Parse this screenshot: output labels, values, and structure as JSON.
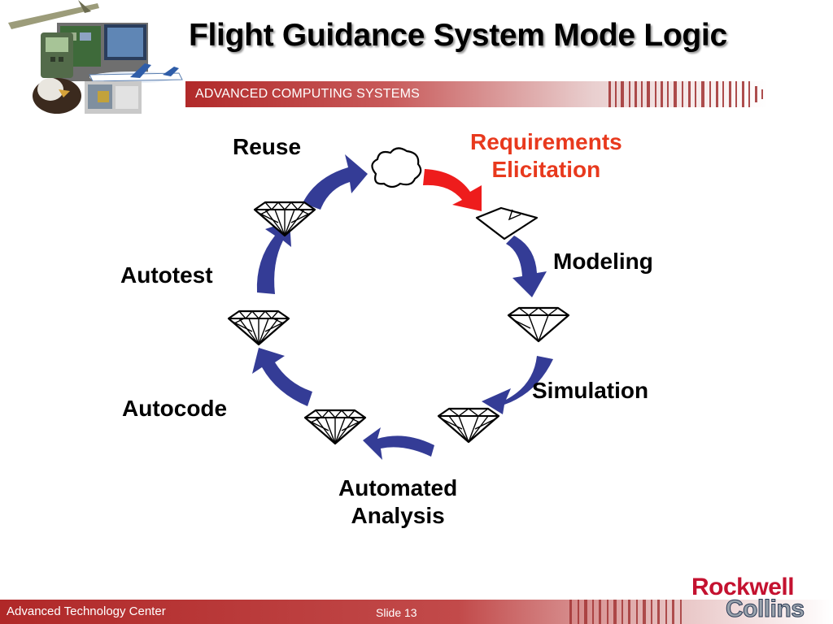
{
  "header": {
    "title": "Flight Guidance System Mode Logic",
    "banner": "ADVANCED COMPUTING SYSTEMS"
  },
  "diagram": {
    "stages": [
      {
        "id": "reuse",
        "label": "Reuse",
        "gem": "cloud-icon"
      },
      {
        "id": "requirements",
        "label": "Requirements Elicitation",
        "line1": "Requirements",
        "line2": "Elicitation",
        "gem": "rough-gem-icon",
        "highlight": true
      },
      {
        "id": "modeling",
        "label": "Modeling",
        "gem": "partly-cut-gem-icon"
      },
      {
        "id": "simulation",
        "label": "Simulation",
        "gem": "cut-gem-icon"
      },
      {
        "id": "analysis",
        "label": "Automated Analysis",
        "line1": "Automated",
        "line2": "Analysis",
        "gem": "faceted-gem-icon"
      },
      {
        "id": "autocode",
        "label": "Autocode",
        "gem": "diamond-icon"
      },
      {
        "id": "autotest",
        "label": "Autotest",
        "gem": "diamond-icon"
      }
    ],
    "colors": {
      "arrow": "#343c96",
      "active_arrow": "#ee1c1c",
      "active_text": "#e8391d"
    }
  },
  "footer": {
    "left": "Advanced Technology Center",
    "slide": "Slide 13",
    "logo_line1": "Rockwell",
    "logo_line2": "Collins"
  }
}
